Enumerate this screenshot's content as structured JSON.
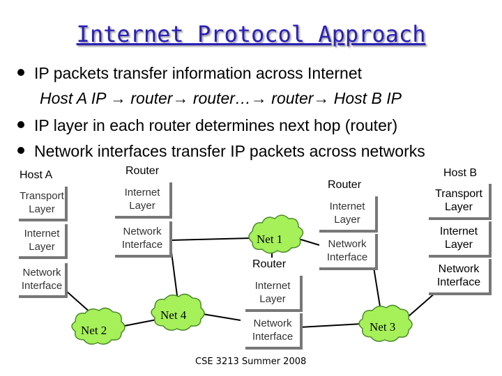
{
  "title": "Internet Protocol Approach",
  "bullets": [
    "IP packets transfer information across Internet",
    "Host A IP → router→ router…→ router→ Host B IP",
    "IP layer in each router determines next hop (router)",
    "Network interfaces transfer IP packets across networks"
  ],
  "host_a": {
    "label": "Host A",
    "transport": "Transport Layer",
    "internet": "Internet Layer",
    "network": "Network Interface"
  },
  "host_b": {
    "label": "Host B",
    "transport": "Transport Layer",
    "internet": "Internet Layer",
    "network": "Network Interface"
  },
  "router_1": {
    "label": "Router",
    "internet": "Internet Layer",
    "network": "Network Interface"
  },
  "router_2": {
    "label": "Router",
    "internet": "Internet Layer",
    "network": "Network Interface"
  },
  "router_3": {
    "label": "Router",
    "internet": "Internet Layer",
    "network": "Network Interface"
  },
  "nets": {
    "net1": "Net 1",
    "net2": "Net 2",
    "net3": "Net 3",
    "net4": "Net 4"
  },
  "footer": "CSE 3213 Summer 2008",
  "colors": {
    "title": "#2a1fb8",
    "cloud_fill": "#a6f05a",
    "cloud_stroke": "#4a8a2a",
    "highlight": "#f47e2a"
  }
}
